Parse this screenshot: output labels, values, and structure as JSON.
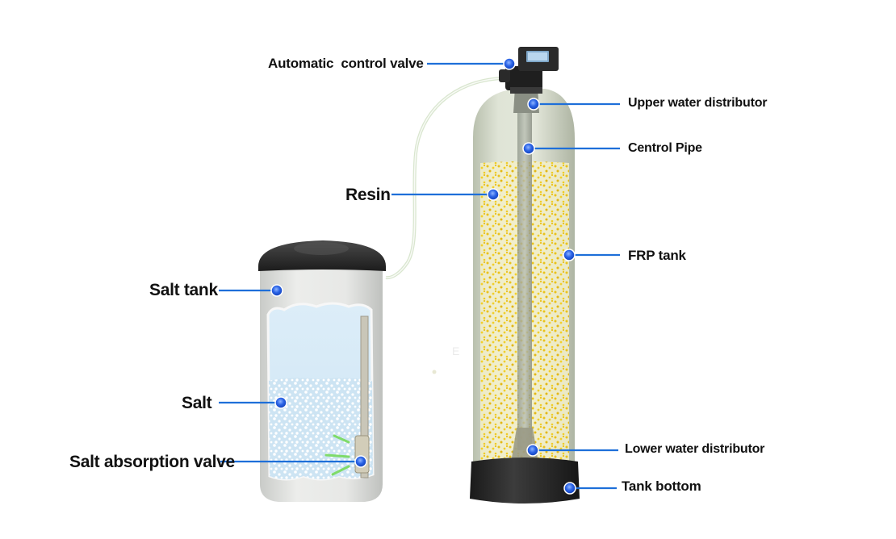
{
  "labels": {
    "automatic_control_valve": "Automatic  control valve",
    "upper_water_distributor": "Upper water distributor",
    "control_pipe": "Centrol Pipe",
    "resin": "Resin",
    "frp_tank": "FRP tank",
    "salt_tank": "Salt tank",
    "salt": "Salt",
    "salt_absorption_valve": "Salt absorption valve",
    "lower_water_distributor": "Lower water distributor",
    "tank_bottom": "Tank bottom"
  },
  "colors": {
    "leader_line": "#1e6fd9",
    "marker_dot": "#1f5fe0",
    "resin_bead": "#e8c21c",
    "brine": "#d6ebf7",
    "tank_body": "#d2d8c8",
    "tank_base": "#2a2a2a"
  }
}
